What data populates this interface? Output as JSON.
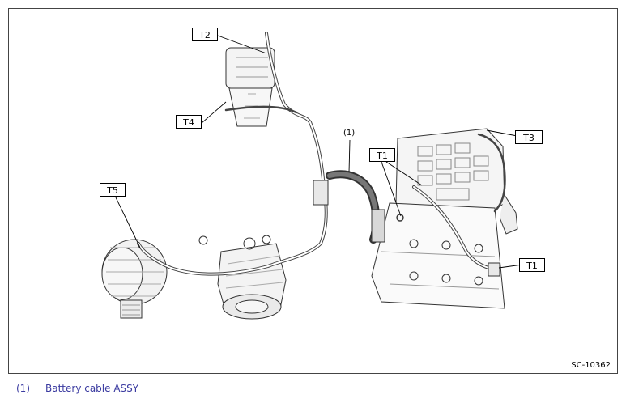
{
  "callouts": {
    "t2": "T2",
    "t4": "T4",
    "t3": "T3",
    "t1_top": "T1",
    "t1_bottom": "T1",
    "t5": "T5"
  },
  "part_label": "(1)",
  "figure_id": "SC-10362",
  "caption": {
    "number": "(1)",
    "text": "Battery cable ASSY"
  },
  "colors": {
    "caption_text": "#3a3aa0",
    "line_art": "#333333"
  }
}
